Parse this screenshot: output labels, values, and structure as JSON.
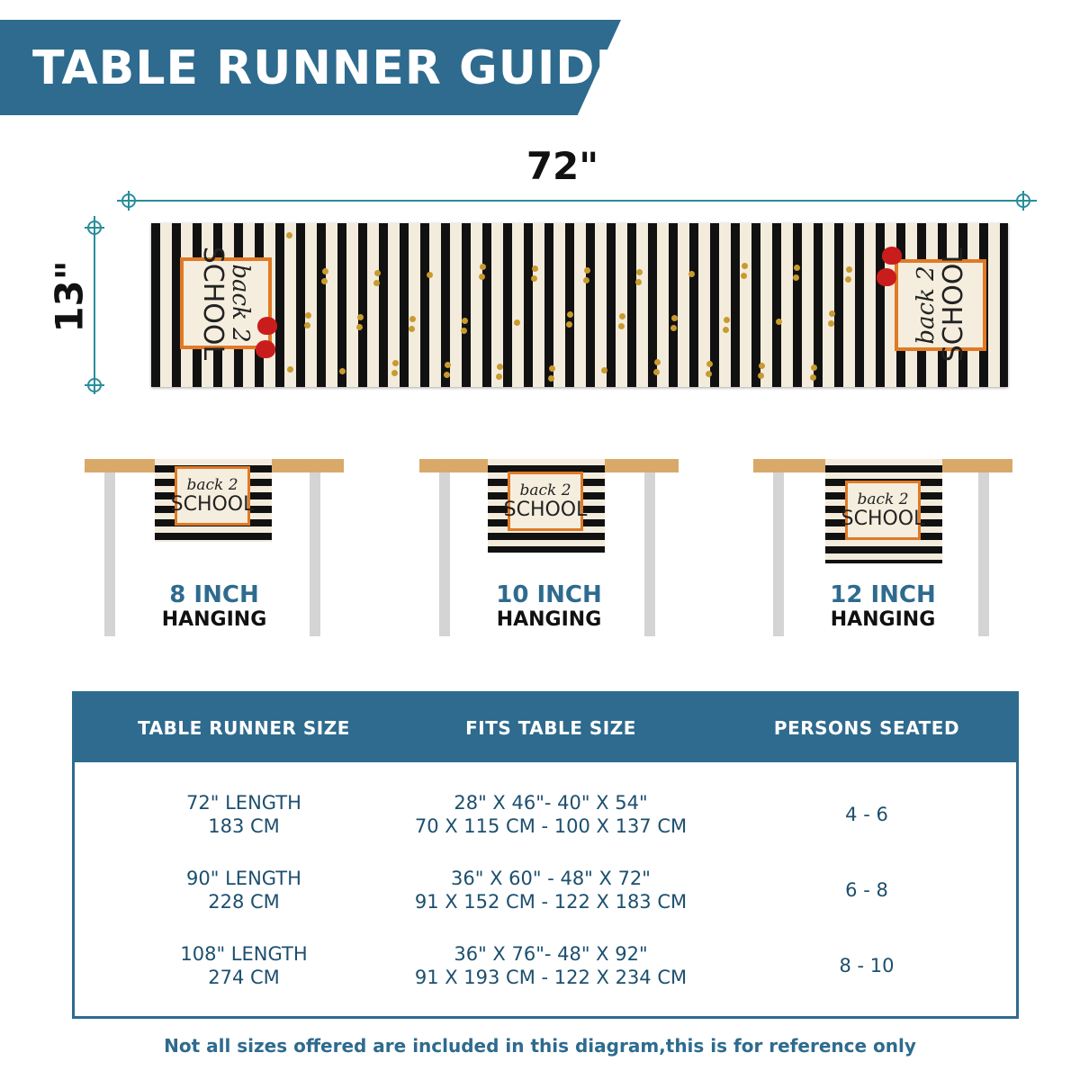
{
  "banner": {
    "title": "TABLE RUNNER GUIDE"
  },
  "dimensions": {
    "width_label": "72\"",
    "height_label": "13\""
  },
  "runner_graphic": {
    "text_line1": "back 2",
    "text_line2": "SCHOOL"
  },
  "hanging_options": [
    {
      "size": "8 INCH",
      "label": "HANGING"
    },
    {
      "size": "10 INCH",
      "label": "HANGING"
    },
    {
      "size": "12 INCH",
      "label": "HANGING"
    }
  ],
  "size_table": {
    "headers": [
      "TABLE RUNNER SIZE",
      "FITS TABLE SIZE",
      "PERSONS SEATED"
    ],
    "rows": [
      {
        "runner_size": "72\" LENGTH",
        "runner_size_cm": "183 CM",
        "fits_in": "28\" X 46\"- 40\" X 54\"",
        "fits_cm": "70 X 115 CM - 100 X 137 CM",
        "persons": "4 - 6"
      },
      {
        "runner_size": "90\" LENGTH",
        "runner_size_cm": "228 CM",
        "fits_in": "36\" X 60\" - 48\" X 72\"",
        "fits_cm": "91 X 152 CM - 122 X 183 CM",
        "persons": "6 - 8"
      },
      {
        "runner_size": "108\" LENGTH",
        "runner_size_cm": "274 CM",
        "fits_in": "36\" X 76\"- 48\" X 92\"",
        "fits_cm": "91 X 193 CM - 122 X 234 CM",
        "persons": "8 - 10"
      }
    ]
  },
  "footnote": "Not all sizes offered are included in this diagram,this is for reference only",
  "colors": {
    "accent": "#2e6b8e",
    "stripe_dark": "#111111",
    "stripe_light": "#f3ecdd",
    "frame_orange": "#e07a26",
    "apple_red": "#c91d1d",
    "table_wood": "#d9a96a"
  }
}
